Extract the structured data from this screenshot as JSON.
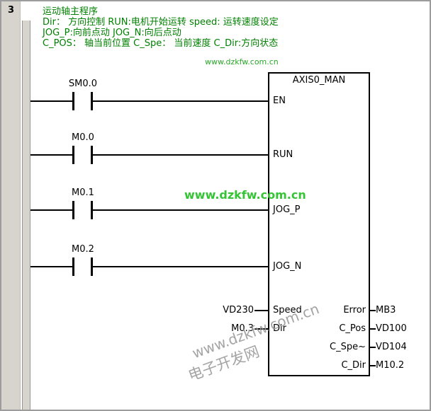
{
  "network": {
    "number": "3",
    "comments": [
      "运动轴主程序",
      "Dir： 方向控制 RUN:电机开始运转 speed: 运转速度设定",
      "JOG_P:向前点动 JOG_N:向后点动",
      "C_POS： 轴当前位置 C_Spe： 当前速度 C_Dir:方向状态"
    ]
  },
  "contacts": [
    {
      "label": "SM0.0",
      "connects_to": "EN"
    },
    {
      "label": "M0.0",
      "connects_to": "RUN"
    },
    {
      "label": "M0.1",
      "connects_to": "JOG_P"
    },
    {
      "label": "M0.2",
      "connects_to": "JOG_N"
    }
  ],
  "block": {
    "title": "AXIS0_MAN",
    "pin_inputs": [
      {
        "pin": "EN"
      },
      {
        "pin": "RUN"
      },
      {
        "pin": "JOG_P"
      },
      {
        "pin": "JOG_N"
      },
      {
        "pin": "Speed",
        "operand": "VD230"
      },
      {
        "pin": "Dir",
        "operand": "M0.3"
      }
    ],
    "pin_outputs": [
      {
        "pin": "Error",
        "operand": "MB3"
      },
      {
        "pin": "C_Pos",
        "operand": "VD100"
      },
      {
        "pin": "C_Spe~",
        "operand": "VD104"
      },
      {
        "pin": "C_Dir",
        "operand": "M10.2"
      }
    ]
  },
  "watermarks": {
    "top": "www.dzkfw.com.cn",
    "center": "www.dzkfw.com.cn",
    "diagonal_site": "www.dzkfw.com.cn",
    "diagonal_name": "电子开发网"
  },
  "colors": {
    "comment_green": "#008000",
    "watermark_green_bright": "#35c435",
    "watermark_green_small": "#2aa82a",
    "watermark_gray": "#9b9b9b",
    "wire_black": "#000000",
    "margin_gray": "#d7d4cd"
  }
}
